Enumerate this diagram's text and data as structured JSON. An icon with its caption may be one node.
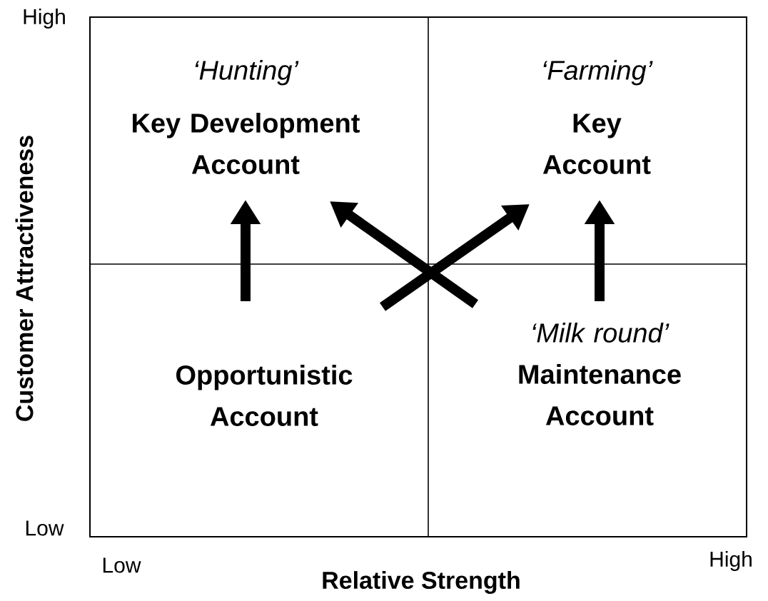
{
  "diagram": {
    "nodes": [
      {
        "text": [
          "‘Hunting’",
          "Key Development Account"
        ]
      },
      {
        "text": [
          "‘Farming’",
          "Key Account"
        ]
      },
      {
        "text": [
          "Opportunistic Account"
        ]
      },
      {
        "text": [
          "‘Milk round’",
          "Maintenance Account"
        ]
      }
    ],
    "edges": [
      {
        "from": 2,
        "to": 0,
        "arrow": "to"
      },
      {
        "from": 3,
        "to": 0,
        "arrow": "to"
      },
      {
        "from": 2,
        "to": 1,
        "arrow": "to"
      },
      {
        "from": 3,
        "to": 1,
        "arrow": "to"
      }
    ],
    "labels": [
      "High",
      "Customer Attractiveness",
      "Low",
      "Low",
      "High",
      "Relative Strength"
    ]
  }
}
